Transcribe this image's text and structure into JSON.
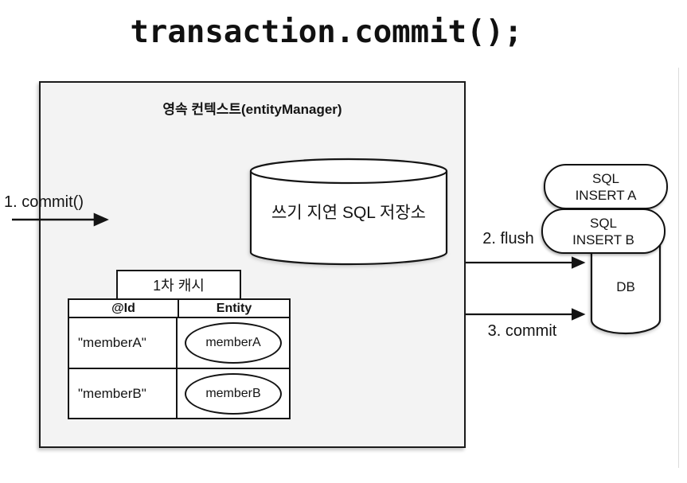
{
  "title": "transaction.commit();",
  "context_box": {
    "title": "영속 컨텍스트(entityManager)",
    "storage_label": "쓰기 지연 SQL 저장소",
    "cache": {
      "tab_label": "1차 캐시",
      "columns": [
        "@Id",
        "Entity"
      ],
      "rows": [
        {
          "id": "\"memberA\"",
          "entity": "memberA"
        },
        {
          "id": "\"memberB\"",
          "entity": "memberB"
        }
      ]
    }
  },
  "arrows": {
    "commit_in": "1. commit()",
    "flush": "2. flush",
    "commit_out": "3. commit"
  },
  "sql_store": {
    "insert_a": {
      "line1": "SQL",
      "line2": "INSERT A"
    },
    "insert_b": {
      "line1": "SQL",
      "line2": "INSERT B"
    }
  },
  "db": {
    "label": "DB"
  },
  "colors": {
    "stroke": "#141414",
    "box_fill": "#f3f3f3",
    "shape_fill": "#ffffff"
  }
}
